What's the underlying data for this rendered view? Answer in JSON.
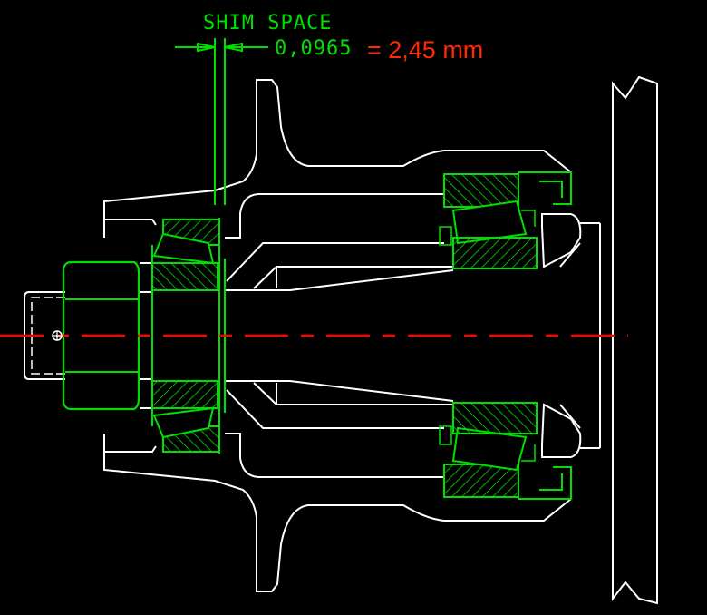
{
  "annotation": {
    "title": "SHIM SPACE",
    "dimension_inch": "0,0965",
    "conversion": "= 2,45 mm"
  },
  "colors": {
    "drawing": "#ffffff",
    "bearing": "#00e000",
    "centerline": "#ff0000",
    "conversion_text": "#ff2a00",
    "background": "#000000"
  }
}
